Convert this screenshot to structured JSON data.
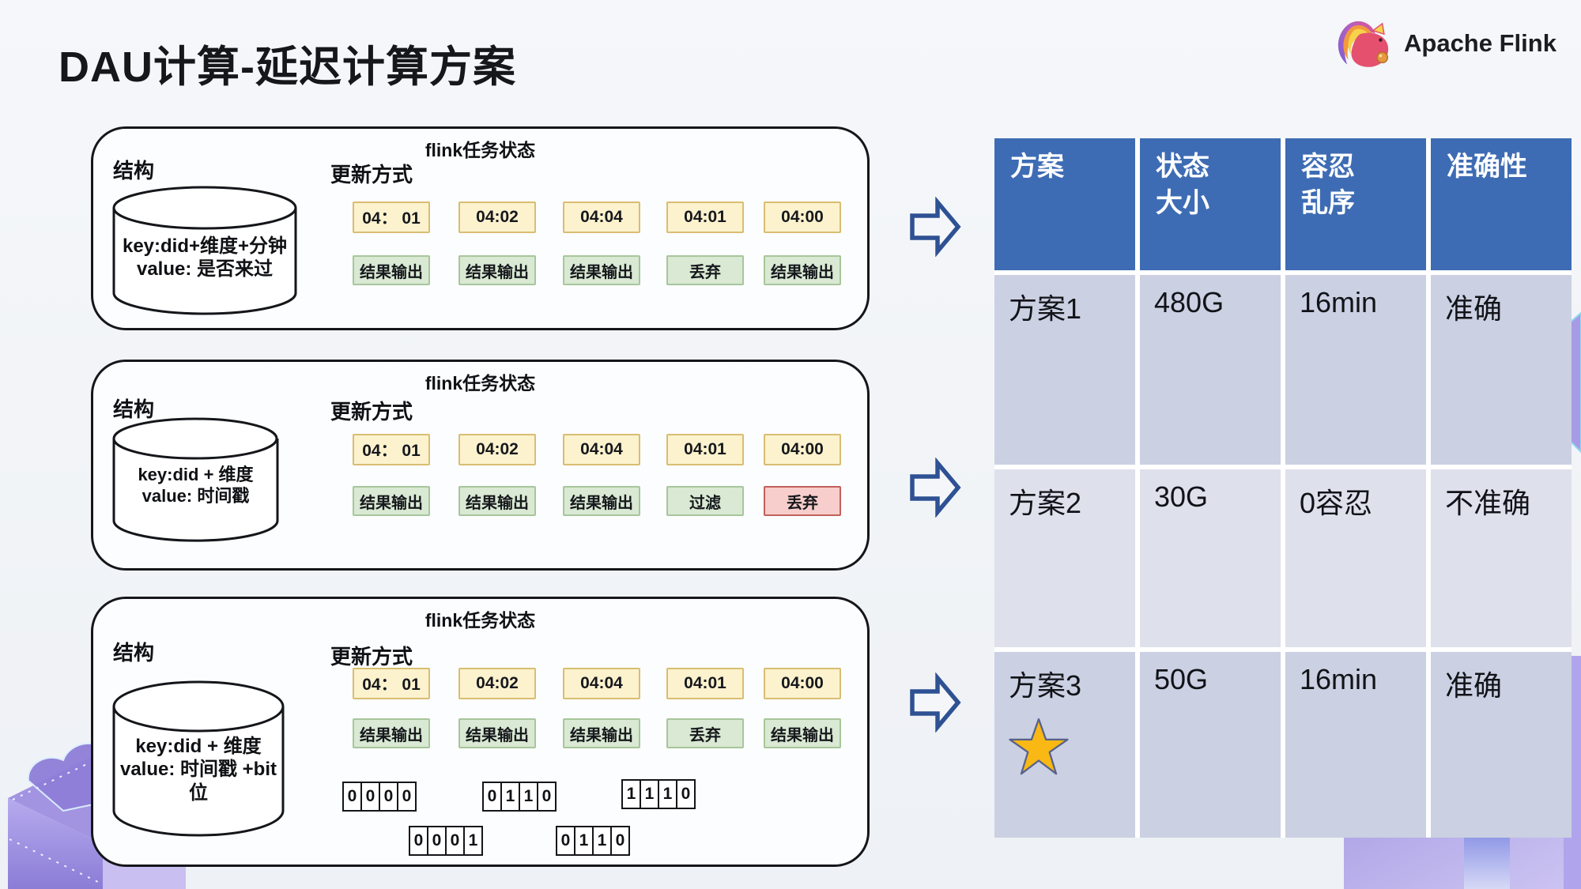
{
  "slide": {
    "title": "DAU计算-延迟计算方案",
    "brand": {
      "name": "Apache Flink",
      "logo_icon": "flink-squirrel-logo"
    }
  },
  "colors": {
    "header_blue": "#3E6CB4",
    "row_band_dark": "#CBD0E2",
    "row_band_light": "#DEE0EC",
    "time_chip_fill": "#FCF2CE",
    "time_chip_border": "#D9BD72",
    "ok_chip_fill": "#D9E9D3",
    "ok_chip_border": "#A7C69B",
    "warn_chip_fill": "#F7CECB",
    "warn_chip_border": "#C2605C",
    "arrow_blue": "#2E5193",
    "star_gold": "#F9B813"
  },
  "schemes": [
    {
      "panel_title": "flink任务状态",
      "structure_label": "结构",
      "update_label": "更新方式",
      "storage": {
        "lines": [
          "key:did+维度+分钟",
          "value: 是否来过"
        ]
      },
      "times": [
        "04： 01",
        "04:02",
        "04:04",
        "04:01",
        "04:00"
      ],
      "results": [
        {
          "label": "结果输出",
          "kind": "ok"
        },
        {
          "label": "结果输出",
          "kind": "ok"
        },
        {
          "label": "结果输出",
          "kind": "ok"
        },
        {
          "label": "丢弃",
          "kind": "ok"
        },
        {
          "label": "结果输出",
          "kind": "ok"
        }
      ]
    },
    {
      "panel_title": "flink任务状态",
      "structure_label": "结构",
      "update_label": "更新方式",
      "storage": {
        "lines": [
          "key:did + 维度",
          "value: 时间戳"
        ]
      },
      "times": [
        "04： 01",
        "04:02",
        "04:04",
        "04:01",
        "04:00"
      ],
      "results": [
        {
          "label": "结果输出",
          "kind": "ok"
        },
        {
          "label": "结果输出",
          "kind": "ok"
        },
        {
          "label": "结果输出",
          "kind": "ok"
        },
        {
          "label": "过滤",
          "kind": "ok"
        },
        {
          "label": "丢弃",
          "kind": "warn"
        }
      ]
    },
    {
      "panel_title": "flink任务状态",
      "structure_label": "结构",
      "update_label": "更新方式",
      "storage": {
        "lines": [
          "key:did + 维度",
          "value: 时间戳 +bit",
          "位"
        ]
      },
      "times": [
        "04： 01",
        "04:02",
        "04:04",
        "04:01",
        "04:00"
      ],
      "results": [
        {
          "label": "结果输出",
          "kind": "ok"
        },
        {
          "label": "结果输出",
          "kind": "ok"
        },
        {
          "label": "结果输出",
          "kind": "ok"
        },
        {
          "label": "丢弃",
          "kind": "ok"
        },
        {
          "label": "结果输出",
          "kind": "ok"
        }
      ],
      "bit_groups": [
        {
          "bits": [
            "0",
            "0",
            "0",
            "0"
          ]
        },
        {
          "bits": [
            "0",
            "1",
            "1",
            "0"
          ]
        },
        {
          "bits": [
            "1",
            "1",
            "1",
            "0"
          ]
        },
        {
          "bits": [
            "0",
            "0",
            "0",
            "1"
          ]
        },
        {
          "bits": [
            "0",
            "1",
            "1",
            "0"
          ]
        }
      ]
    }
  ],
  "table": {
    "headers": [
      {
        "lines": [
          "方案"
        ]
      },
      {
        "lines": [
          "状态",
          "大小"
        ]
      },
      {
        "lines": [
          "容忍",
          "乱序"
        ]
      },
      {
        "lines": [
          "准确性"
        ]
      }
    ],
    "rows": [
      {
        "plan": "方案1",
        "state_size": "480G",
        "tolerance": "16min",
        "accuracy": "准确",
        "starred": false
      },
      {
        "plan": "方案2",
        "state_size": "30G",
        "tolerance": "0容忍",
        "accuracy": "不准确",
        "starred": false
      },
      {
        "plan": "方案3",
        "state_size": "50G",
        "tolerance": "16min",
        "accuracy": "准确",
        "starred": true
      }
    ]
  }
}
